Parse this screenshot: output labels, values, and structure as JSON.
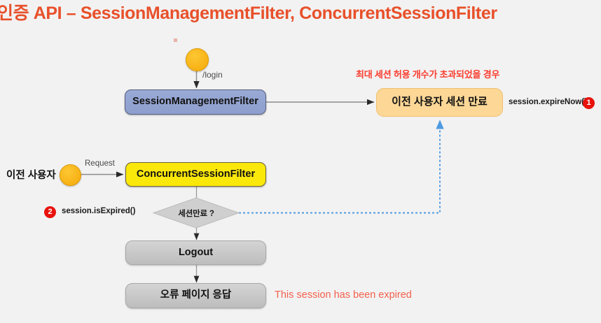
{
  "slide": {
    "title": "인증 API – SessionManagementFilter, ConcurrentSessionFilter",
    "title_color": "#e8502a",
    "background_color": "#f2f2f2"
  },
  "diagram": {
    "type": "flowchart",
    "nodes": [
      {
        "id": "login-start",
        "kind": "start-circle",
        "label": "",
        "color": "#f5a908"
      },
      {
        "id": "session-management-filter",
        "kind": "process",
        "label": "SessionManagementFilter",
        "color": "#8e9ecd"
      },
      {
        "id": "previous-session-expire",
        "kind": "process",
        "label": "이전 사용자 세션 만료",
        "color": "#fcd796"
      },
      {
        "id": "prev-user-start",
        "kind": "start-circle",
        "label": "",
        "color": "#f5a908"
      },
      {
        "id": "concurrent-session-filter",
        "kind": "process",
        "label": "ConcurrentSessionFilter",
        "color": "#fbe80b"
      },
      {
        "id": "session-expired-decision",
        "kind": "decision",
        "label": "세션만료 ?",
        "color": "#cfcfcf"
      },
      {
        "id": "logout",
        "kind": "process",
        "label": "Logout",
        "color": "#c6c6c6"
      },
      {
        "id": "error-page-response",
        "kind": "process",
        "label": "오류 페이지 응답",
        "color": "#c6c6c6"
      }
    ],
    "edges": [
      {
        "from": "login-start",
        "to": "session-management-filter",
        "label": "/login",
        "style": "solid"
      },
      {
        "from": "session-management-filter",
        "to": "previous-session-expire",
        "label": "",
        "style": "solid"
      },
      {
        "from": "prev-user-start",
        "to": "concurrent-session-filter",
        "label": "Request",
        "style": "solid"
      },
      {
        "from": "concurrent-session-filter",
        "to": "session-expired-decision",
        "label": "",
        "style": "solid"
      },
      {
        "from": "session-expired-decision",
        "to": "logout",
        "label": "",
        "style": "solid"
      },
      {
        "from": "logout",
        "to": "error-page-response",
        "label": "",
        "style": "solid"
      },
      {
        "from": "session-expired-decision",
        "to": "previous-session-expire",
        "label": "",
        "style": "dashed",
        "color": "#4f9ae0"
      }
    ]
  },
  "annotations": {
    "actor_label": "이전 사용자",
    "max_session_caption": "최대 세션 허용 개수가 초과되었을 경우",
    "max_session_caption_color": "#fa3c2d",
    "expire_now_code": "session.expireNow()",
    "is_expired_code": "session.isExpired()",
    "badge_one": "1",
    "badge_two": "2",
    "badge_color": "#e8120c",
    "expired_message": "This session has been expired",
    "expired_message_color": "#f4604d"
  }
}
